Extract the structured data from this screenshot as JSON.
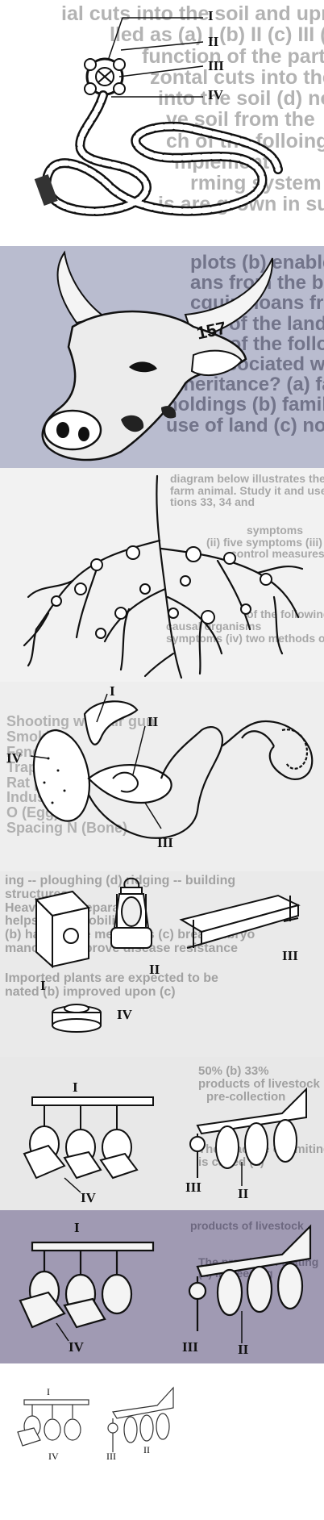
{
  "tapeworm": {
    "bg_lines": [
      "ial cuts into the soil and upro",
      "lled as (a) I (b) II (c) III (d) IV",
      "function of the part labelled II",
      "zontal cuts into the soil (b) r",
      "into the soil (d) none of the above",
      "ve soil from the",
      "ch of the folloing is a barn implement",
      "mplement",
      "rming system in which d",
      "is are grown in succession, in a"
    ],
    "labels": [
      "I",
      "II",
      "III",
      "IV"
    ]
  },
  "cow": {
    "bg_lines": [
      "plots (b) enables individu",
      "ans from the banks (c) a",
      "cquire loans from the bank",
      "use of the land",
      "Which of the following stateme",
      "lem associated with land tenu",
      "inheritance? (a) family membe",
      "holdings (b) family members",
      "use of land (c) non-family me"
    ],
    "ear_tag": "157"
  },
  "roots": {
    "bg_lines": [
      "diagram below illustrates the digestive tract",
      "farm animal. Study it and use it to answer",
      "tions 33, 34 and",
      "symptoms",
      "(ii) five symptoms (iii) cultural",
      "control measures",
      "of the following",
      "causal organisms",
      "symptoms (iv) two methods of control"
    ]
  },
  "digestive": {
    "bg_lines": [
      "Shooting with air gun",
      "Smoking",
      "Fencing",
      "Trapping",
      "Rat poison",
      "Industry",
      "O (Egg)",
      "Spacing N (Bone)"
    ],
    "labels": [
      "I",
      "II",
      "III",
      "IV"
    ]
  },
  "equipment": {
    "bg_lines": [
      "ing -- ploughing (d) ridging -- building",
      "structures",
      "Heavy soil preparation",
      "helps to (a) mobilize",
      "(b) harden the measures (c) break mbryo",
      "mancy (d) improve disease resistance",
      "Imported plants are expected to be",
      "nated (b) improved upon (c)"
    ],
    "labels": [
      "I",
      "II",
      "III",
      "IV"
    ]
  },
  "implement1": {
    "bg_lines": [
      "50% (b) 33%",
      "products of livestock",
      "pre-collection",
      "The practice of limiting",
      "is called (a)"
    ],
    "labels": [
      "I",
      "II",
      "III",
      "IV"
    ]
  },
  "implement2": {
    "bg_lines": [
      "products of livestock",
      "The practice of mating",
      "(a) Inbreeding"
    ],
    "labels": [
      "I",
      "II",
      "III",
      "IV"
    ]
  },
  "implement3": {
    "labels": [
      "I",
      "II",
      "III",
      "IV"
    ]
  }
}
